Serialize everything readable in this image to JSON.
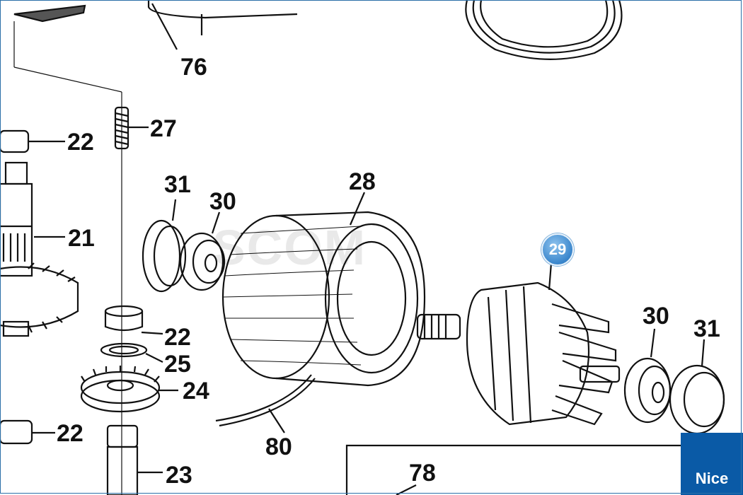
{
  "watermark": "SCOM",
  "brand": "Nice",
  "hotspot": {
    "label": "29",
    "color": "#3a86cc"
  },
  "labels": {
    "p76": "76",
    "p27": "27",
    "p22a": "22",
    "p31a": "31",
    "p30a": "30",
    "p28": "28",
    "p21": "21",
    "p22b": "22",
    "p25": "25",
    "p24": "24",
    "p22c": "22",
    "p23": "23",
    "p80": "80",
    "p78": "78",
    "p30b": "30",
    "p31b": "31"
  },
  "colors": {
    "ink": "#111111",
    "frame": "#2a6fa8",
    "brand_bg": "#0a5aa6"
  }
}
